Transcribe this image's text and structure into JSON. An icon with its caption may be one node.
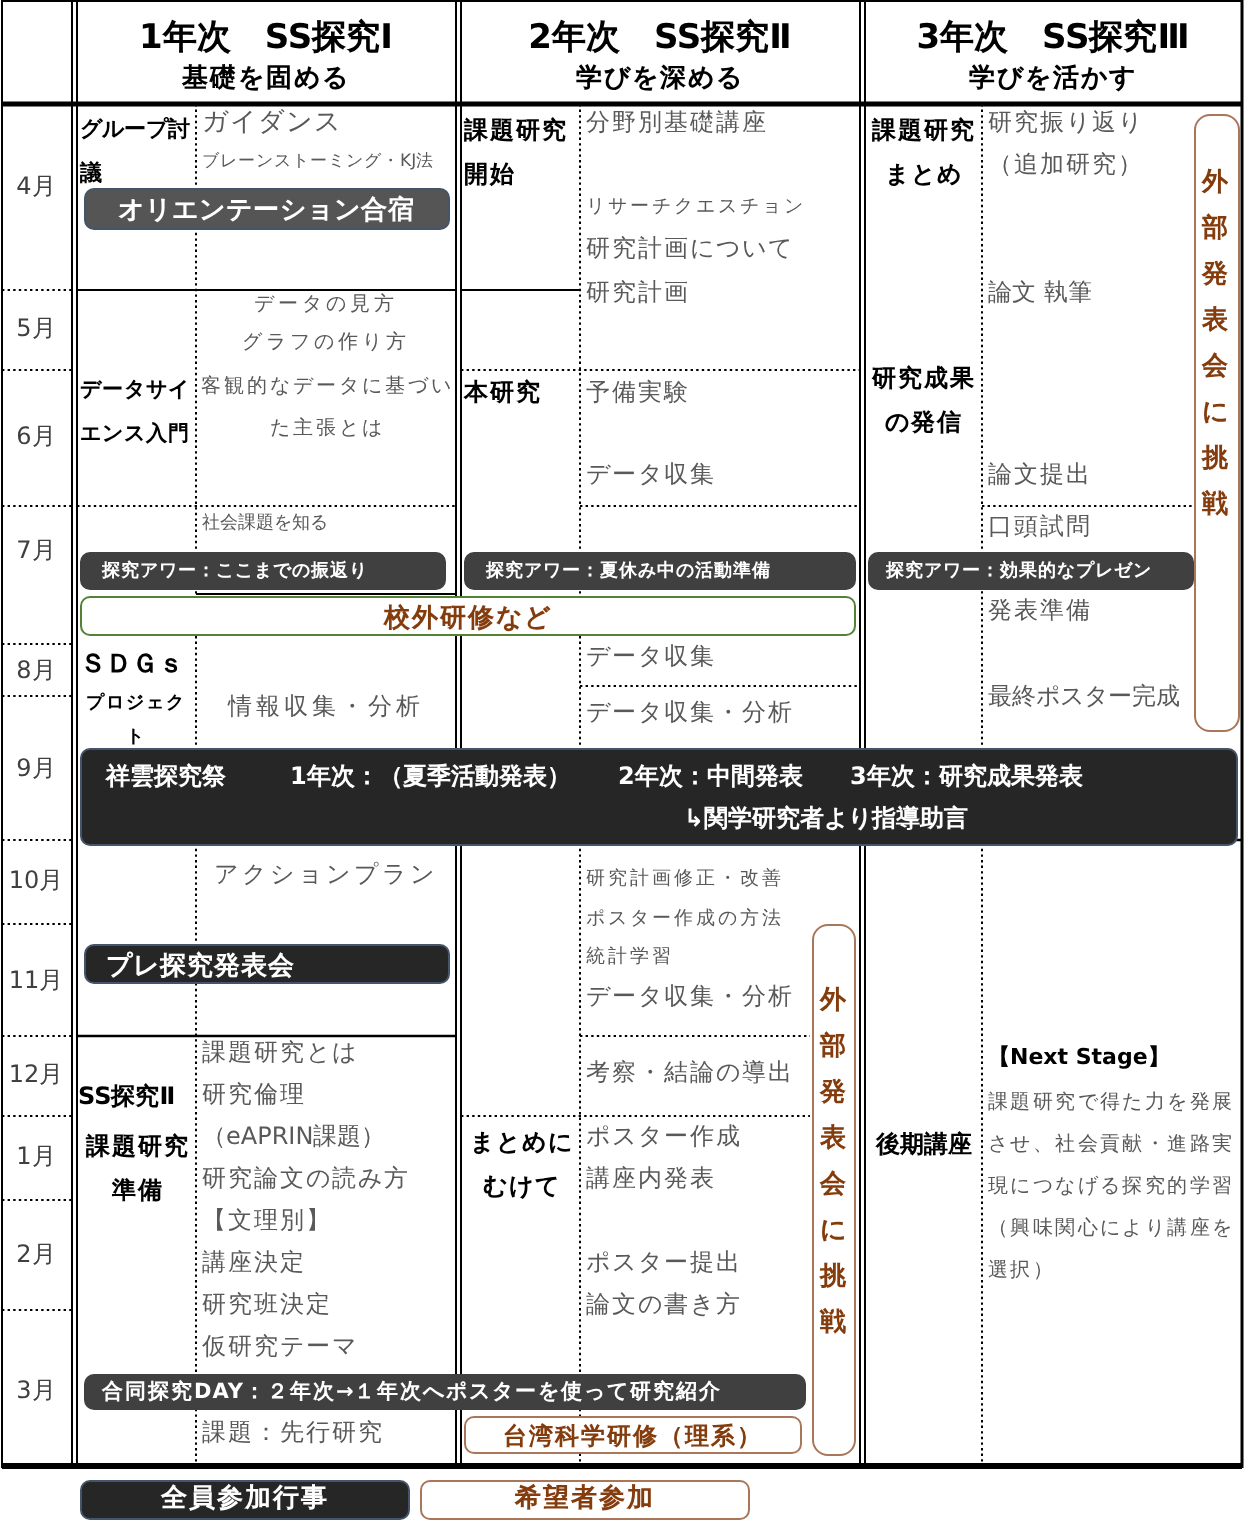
{
  "diagram": {
    "nodes": [
      {
        "text": [
          "オリエンテーション合宿"
        ]
      },
      {
        "text": [
          "探究アワー：ここまでの振返り"
        ]
      },
      {
        "text": [
          "探究アワー：夏休み中の活動準備"
        ]
      },
      {
        "text": [
          "探究アワー：効果的なプレゼン"
        ]
      },
      {
        "text": [
          "校外研修など"
        ]
      },
      {
        "text": [
          "祥雲探究祭",
          "1年次：（夏季活動発表）",
          "2年次：中間発表",
          "3年次：研究成果発表",
          "↳関学研究者より指導助言"
        ]
      },
      {
        "text": [
          "プレ探究発表会"
        ]
      },
      {
        "text": [
          "合同探究DAY：２年次→１年次へポスターを使って研究紹介"
        ]
      },
      {
        "text": [
          "台湾科学研修（理系）"
        ]
      },
      {
        "text": [
          "外部発表会に挑戦"
        ]
      },
      {
        "text": [
          "外部発表会に挑戦"
        ]
      }
    ],
    "labels": [
      "1年次　SS探究Ⅰ",
      "基礎を固める",
      "2年次　SS探究Ⅱ",
      "学びを深める",
      "3年次　SS探究Ⅲ",
      "学びを活かす",
      "4月",
      "5月",
      "6月",
      "7月",
      "8月",
      "9月",
      "10月",
      "11月",
      "12月",
      "1月",
      "2月",
      "3月",
      "グループ討議",
      "ガイダンス",
      "ブレーンストーミング・KJ法",
      "データの見方",
      "グラフの作り方",
      "データサイエンス入門",
      "客観的なデータに基づいた主張とは",
      "社会課題を知る",
      "ＳＤＧｓ",
      "プロジェクト",
      "情報収集・分析",
      "アクションプラン",
      "SS探究Ⅱ",
      "課題研究準備",
      "課題研究とは",
      "研究倫理",
      "（eAPRIN課題）",
      "研究論文の読み方",
      "【文理別】",
      "講座決定",
      "研究班決定",
      "仮研究テーマ",
      "課題：先行研究",
      "課題研究開始",
      "分野別基礎講座",
      "リサーチクエスチョン",
      "研究計画について",
      "研究計画",
      "本研究",
      "予備実験",
      "データ収集",
      "データ収集",
      "データ収集・分析",
      "研究計画修正・改善",
      "ポスター作成の方法",
      "統計学習",
      "データ収集・分析",
      "考察・結論の導出",
      "まとめにむけて",
      "ポスター作成",
      "講座内発表",
      "ポスター提出",
      "論文の書き方",
      "課題研究まとめ",
      "研究振り返り",
      "（追加研究）",
      "論文 執筆",
      "研究成果の発信",
      "論文提出",
      "口頭試問",
      "発表準備",
      "最終ポスター完成",
      "【Next Stage】",
      "課題研究で得た力を発展させ、社会貢献・進路実現につなげる探究的学習（興味関心により講座を選択）",
      "後期講座"
    ],
    "legend": [
      {
        "text": "全員参加行事",
        "color": "#262626"
      },
      {
        "text": "希望者参加"
      }
    ]
  }
}
